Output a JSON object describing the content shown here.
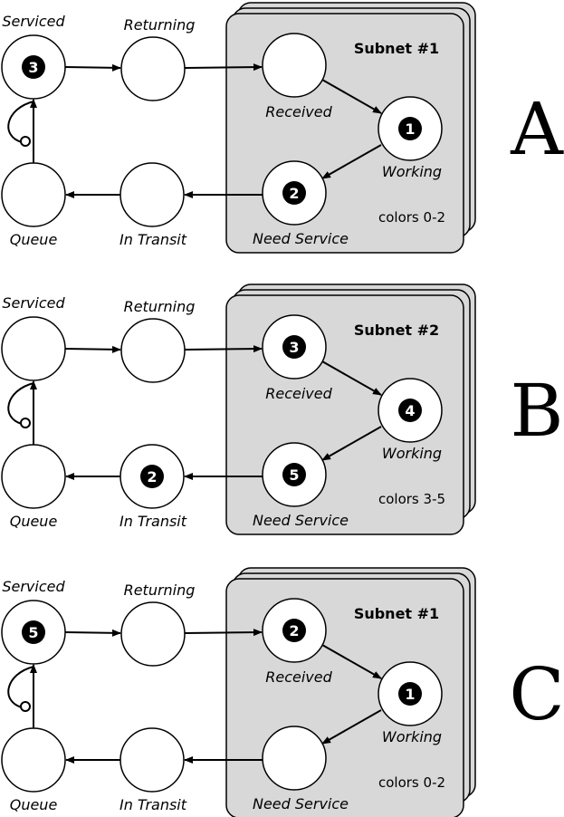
{
  "panels": [
    {
      "letter": "A",
      "subnet_title": "Subnet #1",
      "colors_label": "colors 0-2",
      "labels": {
        "serviced": "Serviced",
        "returning": "Returning",
        "received": "Received",
        "working": "Working",
        "need_service": "Need Service",
        "queue": "Queue",
        "in_transit": "In Transit"
      },
      "tokens": {
        "serviced": "3",
        "returning": "",
        "received": "",
        "working": "1",
        "need_service": "2",
        "queue": "",
        "in_transit": ""
      }
    },
    {
      "letter": "B",
      "subnet_title": "Subnet #2",
      "colors_label": "colors 3-5",
      "labels": {
        "serviced": "Serviced",
        "returning": "Returning",
        "received": "Received",
        "working": "Working",
        "need_service": "Need Service",
        "queue": "Queue",
        "in_transit": "In Transit"
      },
      "tokens": {
        "serviced": "",
        "returning": "",
        "received": "3",
        "working": "4",
        "need_service": "5",
        "queue": "",
        "in_transit": "2"
      }
    },
    {
      "letter": "C",
      "subnet_title": "Subnet #1",
      "colors_label": "colors 0-2",
      "labels": {
        "serviced": "Serviced",
        "returning": "Returning",
        "received": "Received",
        "working": "Working",
        "need_service": "Need Service",
        "queue": "Queue",
        "in_transit": "In Transit"
      },
      "tokens": {
        "serviced": "5",
        "returning": "",
        "received": "2",
        "working": "1",
        "need_service": "",
        "queue": "",
        "in_transit": ""
      }
    }
  ]
}
